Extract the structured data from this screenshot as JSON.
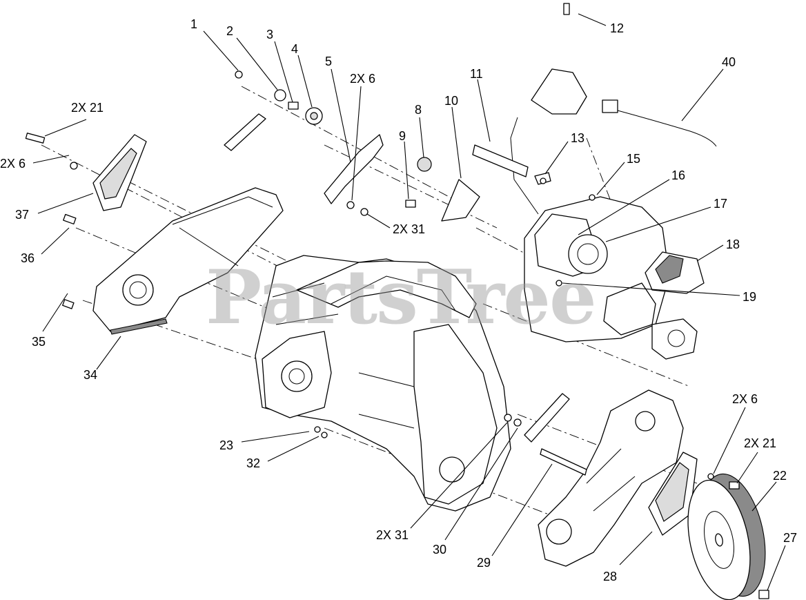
{
  "watermark": "PartsTree",
  "callouts": {
    "c1": "1",
    "c2": "2",
    "c3": "3",
    "c4": "4",
    "c5": "5",
    "c6_top": "2X 6",
    "c21_left": "2X 21",
    "c6_left": "2X 6",
    "c37": "37",
    "c36": "36",
    "c35": "35",
    "c34": "34",
    "c8": "8",
    "c9": "9",
    "c10": "10",
    "c11": "11",
    "c12": "12",
    "c13": "13",
    "c15": "15",
    "c16": "16",
    "c17": "17",
    "c18": "18",
    "c19": "19",
    "c40": "40",
    "c31_top": "2X 31",
    "c23": "23",
    "c32": "32",
    "c31_bottom": "2X 31",
    "c30": "30",
    "c29": "29",
    "c28": "28",
    "c6_right": "2X 6",
    "c21_right": "2X 21",
    "c22": "22",
    "c27": "27"
  }
}
